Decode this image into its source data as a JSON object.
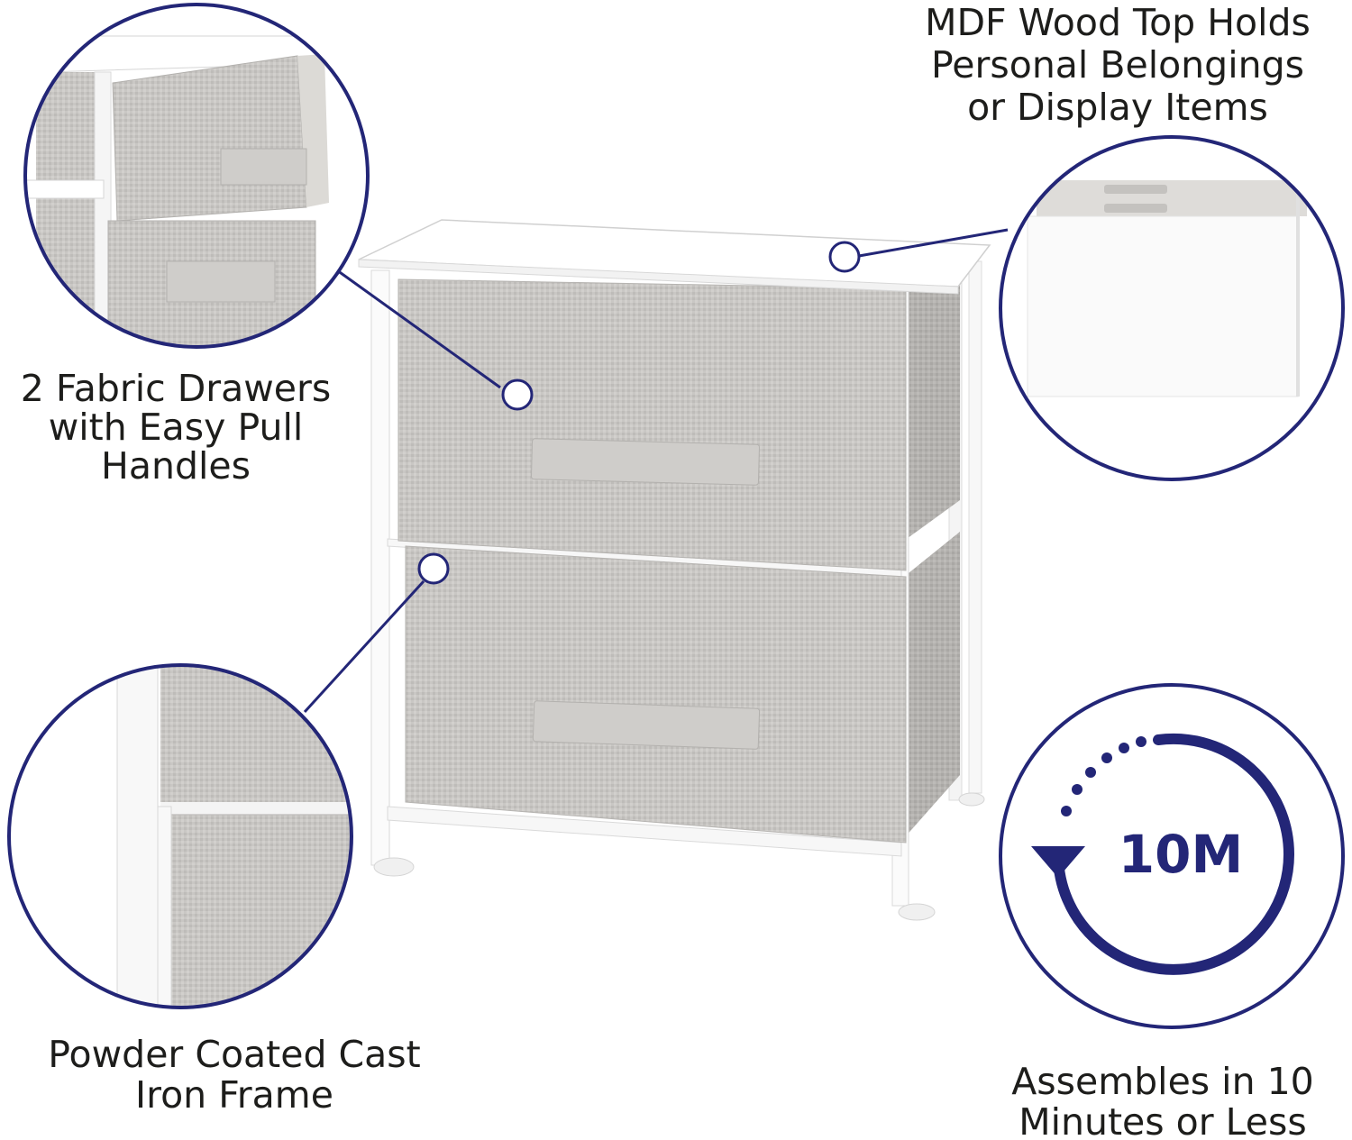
{
  "colors": {
    "accent": "#232677",
    "fabric": "#c8c6c3",
    "frame": "#ffffff",
    "outline": "#dcdcdc"
  },
  "callouts": {
    "top_right": [
      "MDF Wood Top Holds",
      "Personal Belongings",
      "or Display Items"
    ],
    "drawers": [
      "2 Fabric Drawers",
      "with Easy Pull",
      "Handles"
    ],
    "frame": [
      "Powder Coated Cast",
      "Iron Frame"
    ],
    "assembly": [
      "Assembles in 10",
      "Minutes or Less"
    ]
  },
  "timer": {
    "label": "10M",
    "icon": "clock-arrow-icon"
  }
}
